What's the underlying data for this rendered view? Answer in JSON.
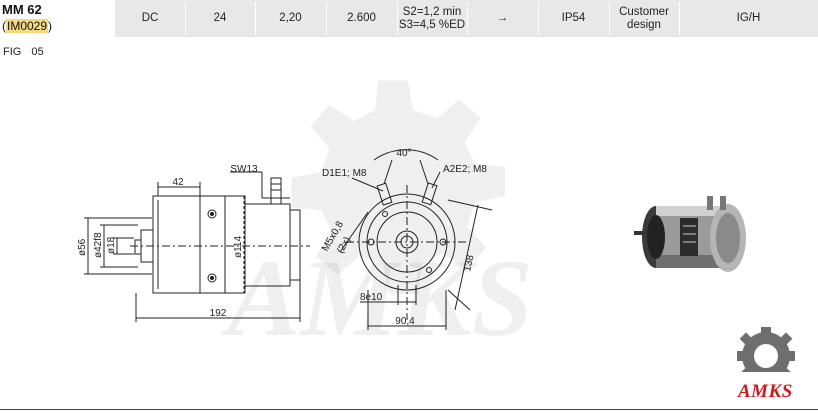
{
  "model": {
    "name": "MM 62",
    "code_prefix": "(",
    "code": "IM0029",
    "code_suffix": ")"
  },
  "specs": {
    "type": "DC",
    "voltage": "24",
    "power": "2,20",
    "speed": "2.600",
    "duty_line1": "S2=1,2 min",
    "duty_line2": "S3=4,5 %ED",
    "rotation": "→",
    "protection": "IP54",
    "mounting_line1": "Customer",
    "mounting_line2": "design",
    "terminals": "IG/H"
  },
  "figure": {
    "label": "FIG",
    "number": "05"
  },
  "dimensions": {
    "d56": "ø56",
    "d42": "ø42f8",
    "d18": "ø18",
    "d114": "ø114",
    "len42": "42",
    "sw13": "SW13",
    "len192": "192",
    "d1e1": "D1E1; M8",
    "a2e2": "A2E2; M8",
    "angle": "40°",
    "m5": "M5x0,8",
    "m5count": "(2x)",
    "h138": "138",
    "key": "8e10",
    "w904": "90,4"
  },
  "watermark": {
    "text": "AMKS"
  },
  "logo": {
    "text": "AMKS",
    "color": "#d4161b"
  }
}
